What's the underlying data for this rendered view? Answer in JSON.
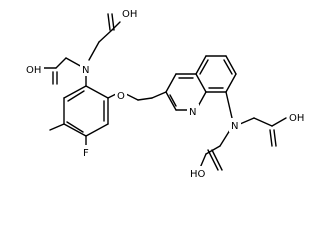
{
  "molecule": {
    "labels": {
      "oh_top_right": "OH",
      "oh_top_left": "OH",
      "n_aniline": "N",
      "o_ether": "O",
      "n_quinoline": "N",
      "f": "F",
      "n_amine": "N",
      "oh_right": "OH",
      "oh_bottom": "HO"
    }
  }
}
